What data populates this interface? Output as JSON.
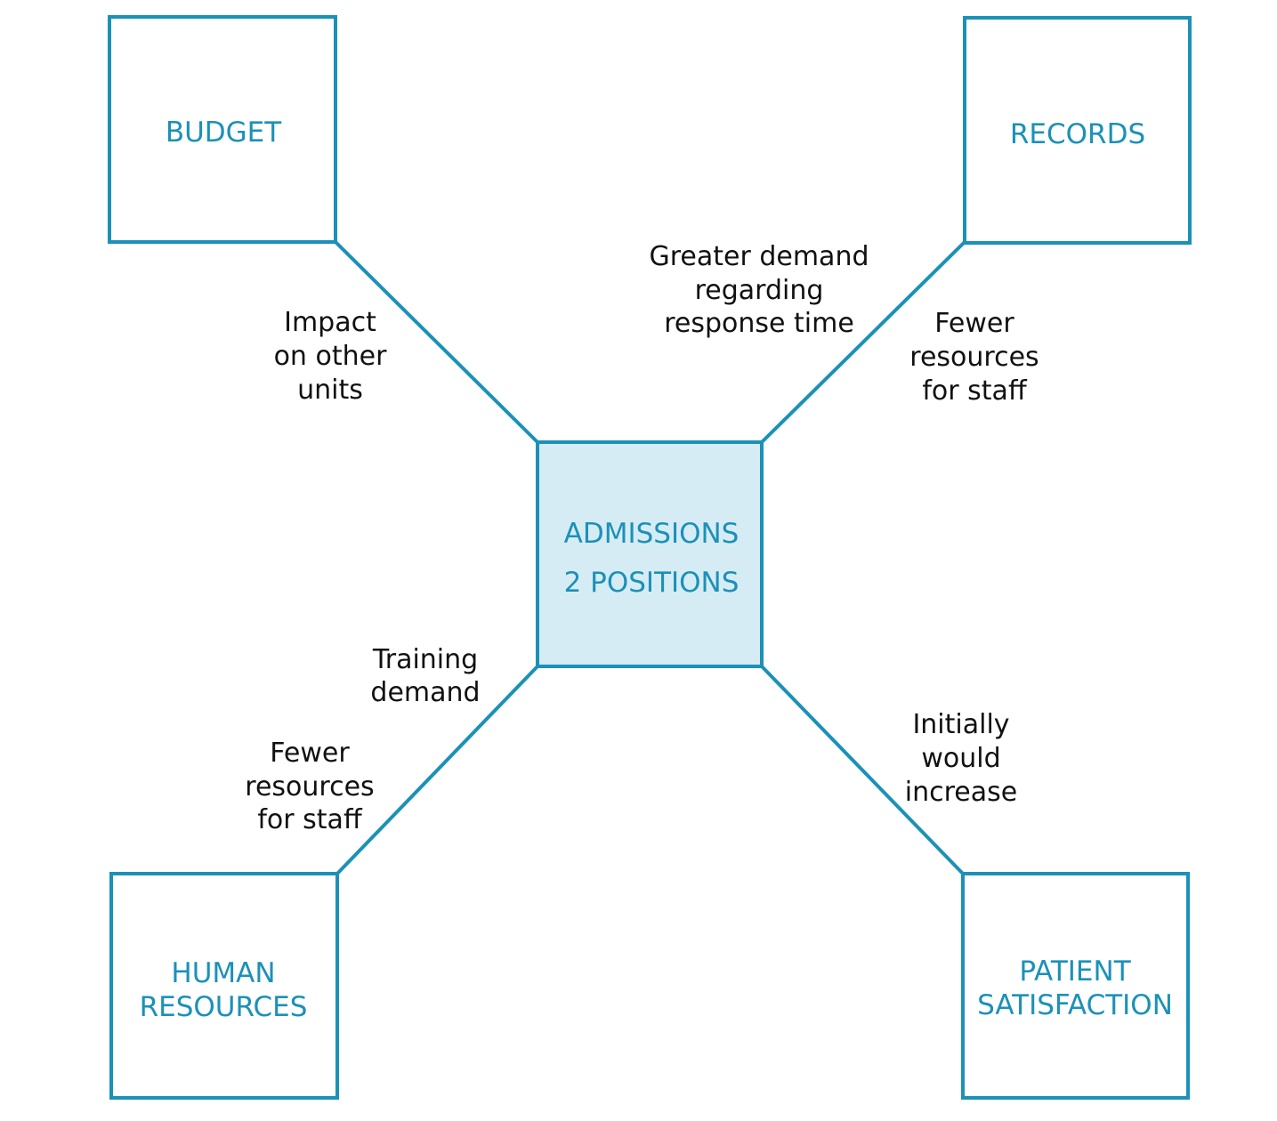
{
  "colors": {
    "accent": "#1b91b8",
    "center_fill": "#d6ecf4",
    "label_text": "#111111",
    "background": "#ffffff"
  },
  "boxes": {
    "budget": {
      "line1": "BUDGET"
    },
    "records": {
      "line1": "RECORDS"
    },
    "admissions": {
      "line1": "ADMISSIONS",
      "line2": "2 POSITIONS"
    },
    "human_resources": {
      "line1": "HUMAN",
      "line2": "RESOURCES"
    },
    "patient_satisfaction": {
      "line1": "PATIENT",
      "line2": "SATISFACTION"
    }
  },
  "edge_labels": {
    "budget_impact": [
      "Impact",
      "on other",
      "units"
    ],
    "records_demand": [
      "Greater demand",
      "regarding",
      "response time"
    ],
    "records_resources": [
      "Fewer",
      "resources",
      "for staff"
    ],
    "hr_training": [
      "Training",
      "demand"
    ],
    "hr_resources": [
      "Fewer",
      "resources",
      "for staff"
    ],
    "patient_increase": [
      "Initially",
      "would",
      "increase"
    ]
  }
}
